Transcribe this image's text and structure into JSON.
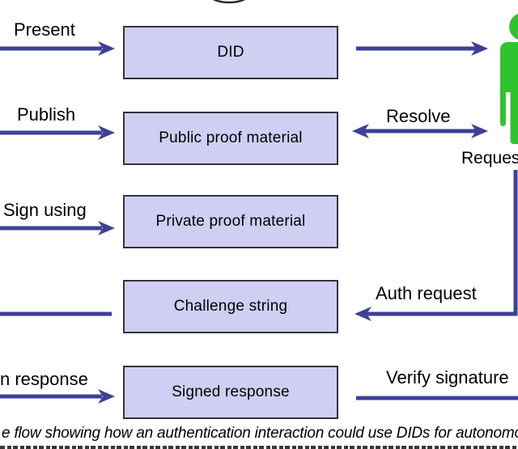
{
  "diagram": {
    "boxes": [
      {
        "label": "DID"
      },
      {
        "label": "Public proof material"
      },
      {
        "label": "Private proof material"
      },
      {
        "label": "Challenge string"
      },
      {
        "label": "Signed response"
      }
    ],
    "arrow_labels": {
      "present": "Present",
      "publish": "Publish",
      "sign_using": "Sign using",
      "resolve": "Resolve",
      "auth_request": "Auth request",
      "response": "n response",
      "verify_signature": "Verify signature"
    },
    "actor": {
      "label": "Reques",
      "icon": "person-icon"
    },
    "caption": "e flow showing how an authentication interaction could use DIDs for autonomou",
    "colors": {
      "box_fill": "#cfcef3",
      "box_border": "#33333d",
      "arrow_blue": "#3d4097",
      "actor_green": "#2fc42d",
      "oval_outline": "#2a2a2a",
      "text": "#000000"
    }
  }
}
